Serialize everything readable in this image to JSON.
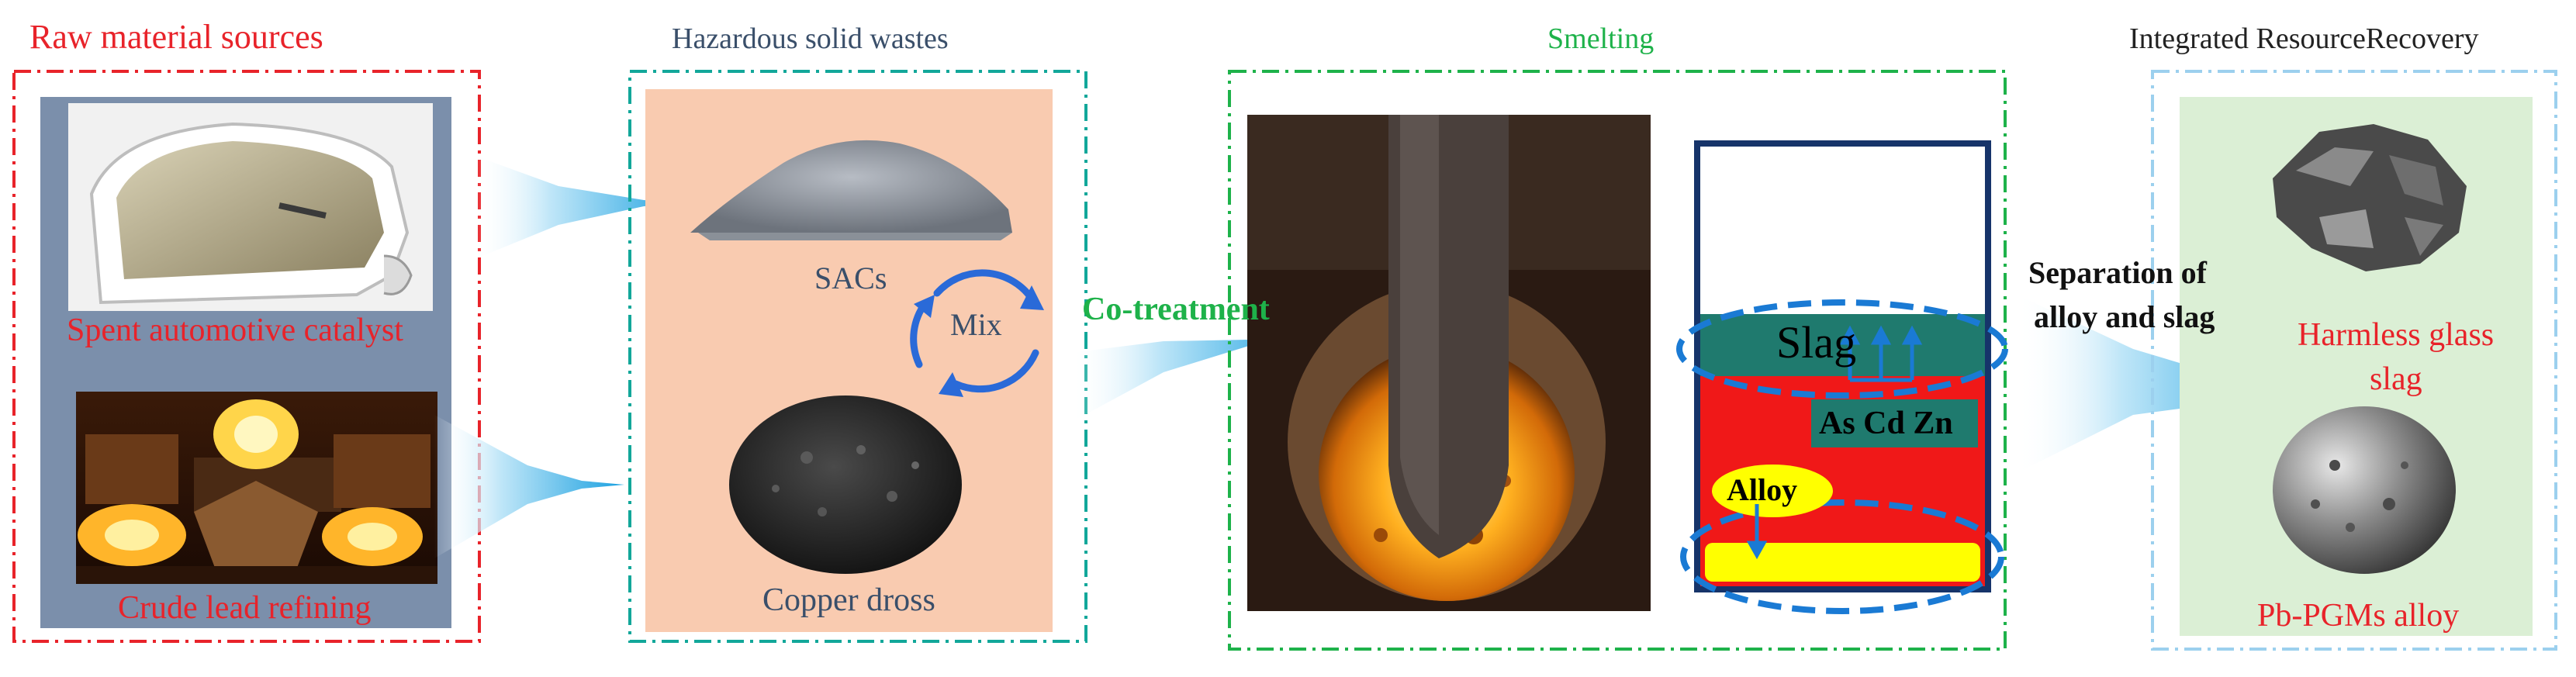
{
  "sections": {
    "raw": {
      "title": "Raw material sources",
      "color": "#e8232a"
    },
    "hazardous": {
      "title": "Hazardous solid wastes",
      "color": "#3a4f6a"
    },
    "smelting": {
      "title": "Smelting",
      "color": "#1eb24a"
    },
    "recovery": {
      "title": "Integrated ResourceRecovery",
      "color": "#222222"
    }
  },
  "raw_items": {
    "catalyst": "Spent automotive catalyst",
    "lead": "Crude lead refining"
  },
  "wastes": {
    "sacs": "SACs",
    "mix": "Mix",
    "copper": "Copper dross"
  },
  "process": {
    "cotreatment": "Co-treatment",
    "separation_line1": "Separation of",
    "separation_line2": "alloy and slag"
  },
  "furnace": {
    "slag": "Slag",
    "elements": "As Cd Zn",
    "alloy": "Alloy"
  },
  "products": {
    "glass_line1": "Harmless glass",
    "glass_line2": "slag",
    "alloy": "Pb-PGMs alloy"
  }
}
